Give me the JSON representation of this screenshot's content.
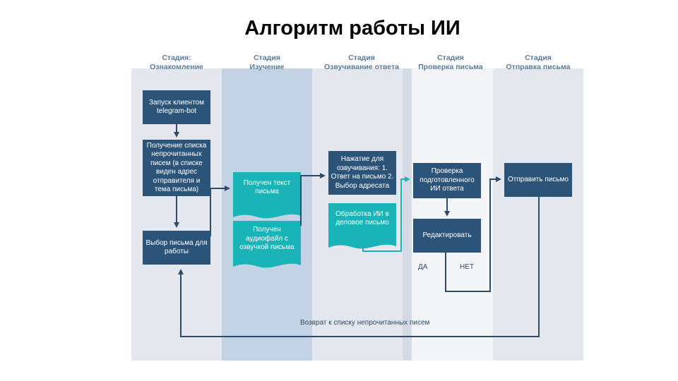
{
  "title": "Алгоритм работы ИИ",
  "stages": [
    {
      "line1": "Стадия:",
      "line2": "Ознакомление"
    },
    {
      "line1": "Стадия",
      "line2": "Изучение"
    },
    {
      "line1": "Стадия",
      "line2": "Озвучивание ответа"
    },
    {
      "line1": "Стадия",
      "line2": "Проверка письма"
    },
    {
      "line1": "Стадия",
      "line2": "Отправка письма"
    }
  ],
  "nodes": {
    "start": "Запуск клиентом telegram-bot",
    "fetch_list": "Получение списка непрочитанных писем (в списке виден адрес отправителя и тема письма)",
    "choose_letter": "Выбор письма для работы",
    "text_received": "Получен текст письма",
    "audio_received": "Получен аудиофайл с озвучкой письма",
    "voice_press": "Нажатие для озвучивания: 1. Ответ на письмо 2. Выбор адресата",
    "ai_processing": "Обработка ИИ в деловое письмо",
    "check_answer": "Проверка подготовленного ИИ ответа",
    "edit": "Редактировать",
    "send": "Отправить письмо"
  },
  "labels": {
    "yes": "ДА",
    "no": "НЕТ",
    "return": "Возврат к списку непрочитанных писем"
  },
  "colors": {
    "lane_light": "#e4e8ee",
    "lane_blue": "#c2d3e6",
    "lane_white": "#f3f5f8",
    "node": "#2c5479",
    "doc": "#1ab3b8",
    "connector": "#2f4a66",
    "connector_teal": "#1ab3b8"
  }
}
